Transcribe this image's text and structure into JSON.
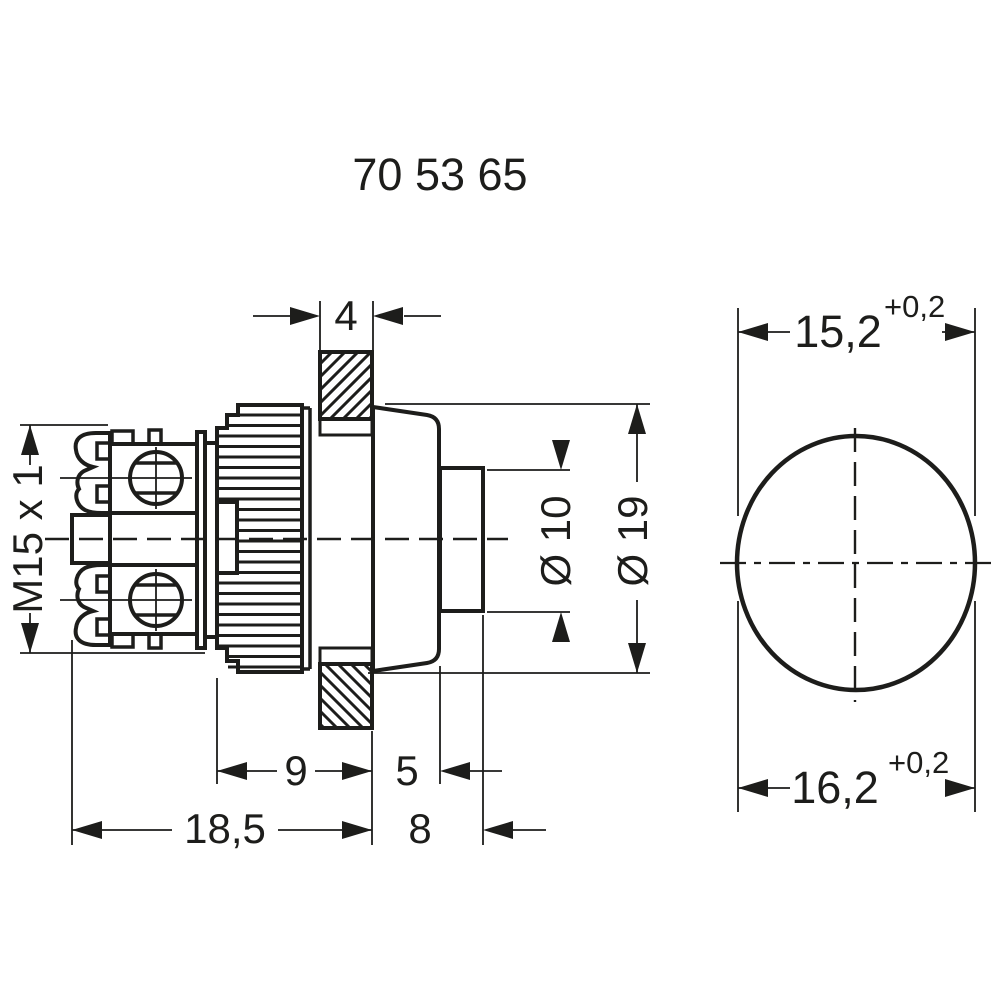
{
  "title": "70 53 65",
  "colors": {
    "ink": "#1d1d1b",
    "background": "#ffffff"
  },
  "side_view": {
    "dims": {
      "panel_thickness": "4",
      "thread": "M15 x 1",
      "nut_length": "9",
      "bezel_depth": "5",
      "body_length": "18,5",
      "front_length": "8",
      "button_diameter": "Ø 10",
      "bezel_diameter": "Ø 19"
    }
  },
  "front_view": {
    "dims": {
      "hole_width": "15,2",
      "hole_width_tolerance": "+0,2",
      "hole_height": "16,2",
      "hole_height_tolerance": "+0,2"
    }
  }
}
